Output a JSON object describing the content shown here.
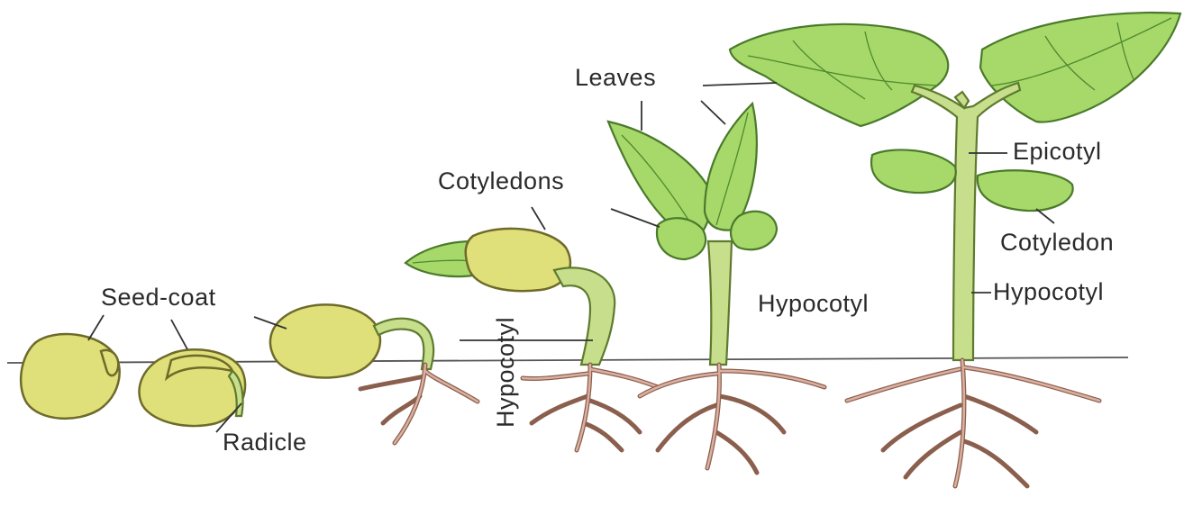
{
  "labels": {
    "seed_coat": "Seed-coat",
    "radicle": "Radicle",
    "hypocotyl_vertical": "Hypocotyl",
    "cotyledons": "Cotyledons",
    "leaves": "Leaves",
    "hypocotyl_middle": "Hypocotyl",
    "epicotyl": "Epicotyl",
    "cotyledon": "Cotyledon",
    "hypocotyl_right": "Hypocotyl"
  },
  "colors": {
    "seed": "#dfe07a",
    "leaf": "#a6d86a",
    "stem": "#c7df8c",
    "root": "#d9a99a"
  }
}
